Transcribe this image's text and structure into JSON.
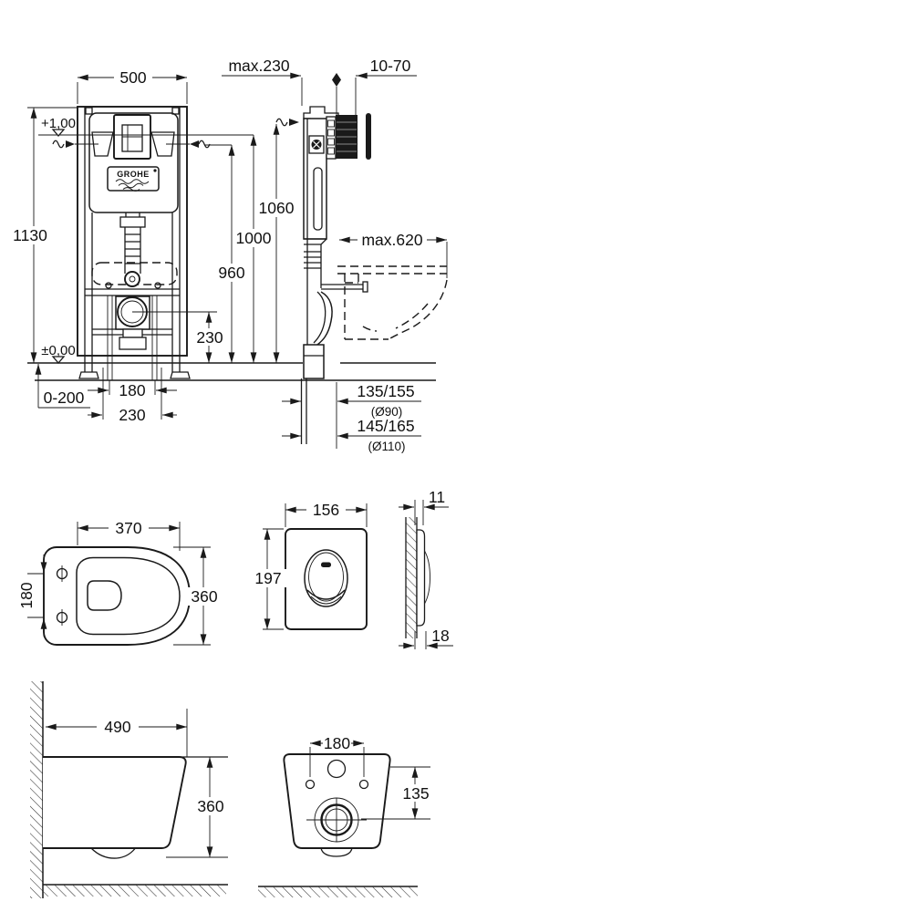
{
  "colors": {
    "line": "#1a1a1a",
    "background": "#ffffff"
  },
  "brand": "GROHE",
  "frame_front": {
    "width": "500",
    "height": "1130",
    "upper_level": "+1,00",
    "floor_level": "±0,00",
    "foot_adjust_range": "0-200",
    "outlet_center_height": "230",
    "pipe_spacing": "180",
    "outlet_offset": "230"
  },
  "frame_side": {
    "frame_depth": "max.230",
    "plate_depth_range": "10-70",
    "height_top": "1060",
    "height_plate": "1000",
    "height_mid": "960",
    "bowl_depth_clearance": "max.620",
    "drain_offset_90": "135/155",
    "drain_offset_90_dia": "(Ø90)",
    "drain_offset_110": "145/165",
    "drain_offset_110_dia": "(Ø110)"
  },
  "bowl_top": {
    "width": "370",
    "depth": "360",
    "bolt_spacing": "180"
  },
  "plate_front": {
    "width": "156",
    "height": "197"
  },
  "plate_side": {
    "depth_top": "11",
    "depth_bottom": "18"
  },
  "bowl_side": {
    "length": "490",
    "height": "360"
  },
  "bowl_back": {
    "bolt_spacing": "180",
    "drain_height": "135"
  }
}
